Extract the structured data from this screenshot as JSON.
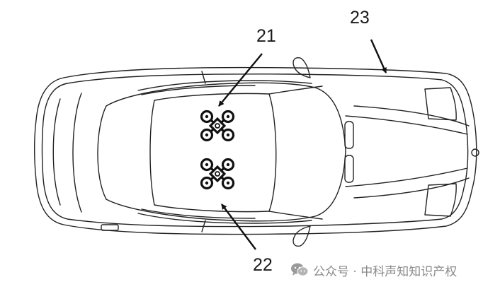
{
  "figure": {
    "labels": {
      "drone_top": "21",
      "drone_bottom": "22",
      "vehicle": "23"
    }
  },
  "watermark": {
    "text": "公众号 · 中科声知知识产权",
    "icon": "wechat-icon"
  }
}
